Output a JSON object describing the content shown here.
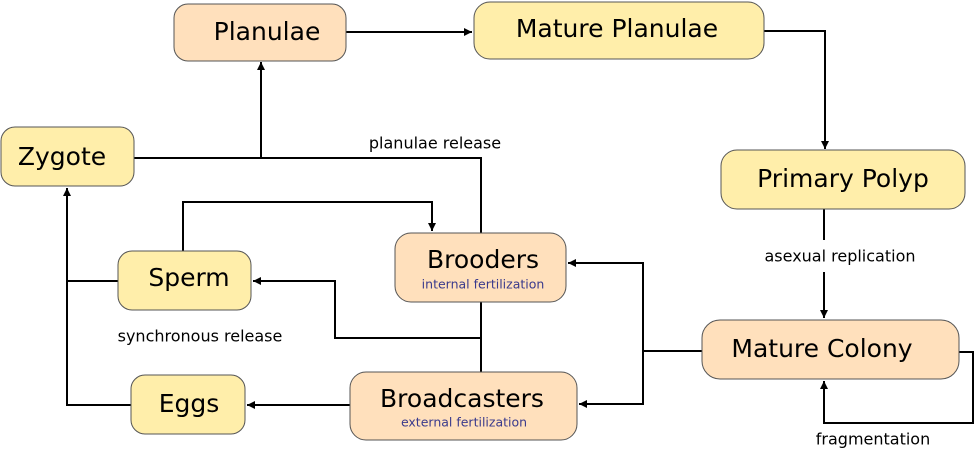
{
  "colors": {
    "yellow_node": "#FFEEAA",
    "orange_node": "#FFE0BC",
    "edge": "#000000"
  },
  "nodes": {
    "planulae": {
      "label": "Planulae"
    },
    "mature_planulae": {
      "label": "Mature Planulae"
    },
    "zygote": {
      "label": "Zygote"
    },
    "primary_polyp": {
      "label": "Primary Polyp"
    },
    "sperm": {
      "label": "Sperm"
    },
    "brooders": {
      "label": "Brooders",
      "sublabel": "internal fertilization"
    },
    "mature_colony": {
      "label": "Mature Colony"
    },
    "eggs": {
      "label": "Eggs"
    },
    "broadcasters": {
      "label": "Broadcasters",
      "sublabel": "external fertilization"
    }
  },
  "edge_labels": {
    "planulae_release": "planulae release",
    "synchronous_release": "synchronous release",
    "asexual_replication": "asexual replication",
    "fragmentation": "fragmentation"
  }
}
